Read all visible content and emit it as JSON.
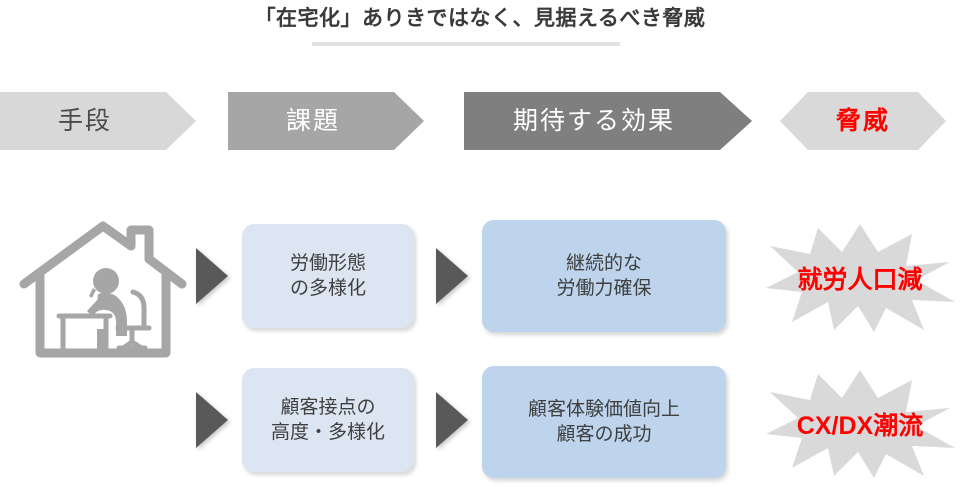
{
  "slide": {
    "title": "「在宅化」ありきではなく、見据えるべき脅威"
  },
  "header_chevrons": [
    {
      "label": "手段",
      "fill": "#d8d8d8",
      "text_color": "#4a4a4a",
      "shape": "chevron"
    },
    {
      "label": "課題",
      "fill": "#a6a6a6",
      "text_color": "#ffffff",
      "shape": "chevron"
    },
    {
      "label": "期待する効果",
      "fill": "#7f7f7f",
      "text_color": "#ffffff",
      "shape": "chevron"
    },
    {
      "label": "脅威",
      "fill": "#d9d9d9",
      "text_color": "#ff0000",
      "shape": "hexagon"
    }
  ],
  "means_icon": {
    "name": "work-from-home-house-icon",
    "color": "#a6a6a6"
  },
  "rows": [
    {
      "issue": {
        "line1": "労働形態",
        "line2": "の多様化"
      },
      "effect": {
        "line1": "継続的な",
        "line2": "労働力確保"
      },
      "threat": {
        "label": "就労人口減"
      }
    },
    {
      "issue": {
        "line1": "顧客接点の",
        "line2": "高度・多様化"
      },
      "effect": {
        "line1": "顧客体験価値向上",
        "line2": "顧客の成功"
      },
      "threat": {
        "label": "CX/DX潮流"
      }
    }
  ],
  "colors": {
    "issue_box": "#dce6f2",
    "effect_box": "#bdd4ec",
    "arrow": "#595959",
    "burst": "#d9d9d9",
    "threat_text": "#ff0000",
    "rule": "#e2e2e2"
  }
}
